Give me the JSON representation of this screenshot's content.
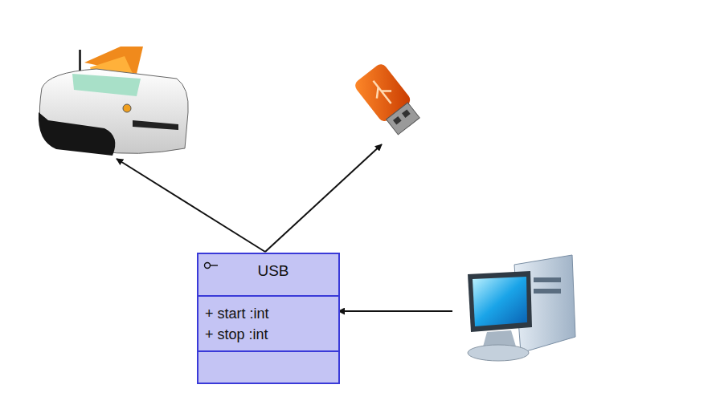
{
  "diagram": {
    "nodes": [
      {
        "text": [
          "USB",
          "+ start :int",
          "+ stop :int"
        ]
      }
    ]
  }
}
